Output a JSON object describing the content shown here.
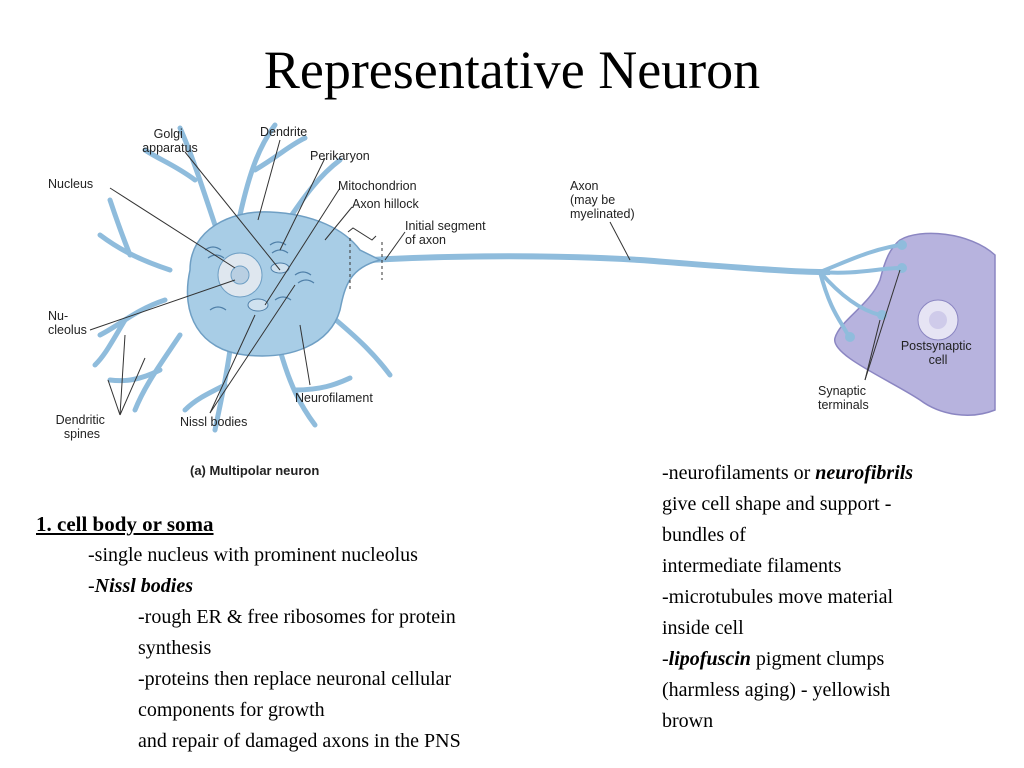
{
  "title": "Representative Neuron",
  "diagram": {
    "labels": {
      "golgi": [
        "Golgi",
        "apparatus"
      ],
      "dendrite": "Dendrite",
      "perikaryon": "Perikaryon",
      "mitochondrion": "Mitochondrion",
      "nucleus": "Nucleus",
      "axon_hillock": "Axon hillock",
      "initial_segment": [
        "Initial segment",
        "of axon"
      ],
      "axon": [
        "Axon",
        "(may be",
        "myelinated)"
      ],
      "nucleolus": [
        "Nu-",
        "cleolus"
      ],
      "postsynaptic": [
        "Postsynaptic",
        "cell"
      ],
      "synaptic_terminals": [
        "Synaptic",
        "terminals"
      ],
      "neurofilament": "Neurofilament",
      "dendritic_spines": [
        "Dendritic",
        "spines"
      ],
      "nissl_bodies": "Nissl bodies"
    },
    "caption": "(a) Multipolar neuron",
    "colors": {
      "neuron": "#a8cde6",
      "neuron_outline": "#6f9fc4",
      "postsynaptic": "#b7b3de",
      "nucleus": "#dfe7ef"
    }
  },
  "left_text": {
    "heading": "1. cell body or soma",
    "line1": "-single nucleus with prominent nucleolus",
    "nissl_prefix": "-",
    "nissl_term": "Nissl bodies",
    "line3": "-rough ER & free ribosomes for protein",
    "line4": "synthesis",
    "line5": "-proteins then replace neuronal cellular",
    "line6": "components for growth",
    "line7": "and repair of damaged axons in the PNS"
  },
  "right_text": {
    "nf_prefix": "-neurofilaments or ",
    "nf_term": "neurofibrils",
    "line2": "give cell shape and support -",
    "line3": "bundles of",
    "line4": "intermediate filaments",
    "line5": "-microtubules move material",
    "line6": "inside cell",
    "lipo_prefix": "-",
    "lipo_term": "lipofuscin",
    "lipo_rest": " pigment clumps",
    "line8": "(harmless aging) - yellowish",
    "line9": "brown"
  }
}
